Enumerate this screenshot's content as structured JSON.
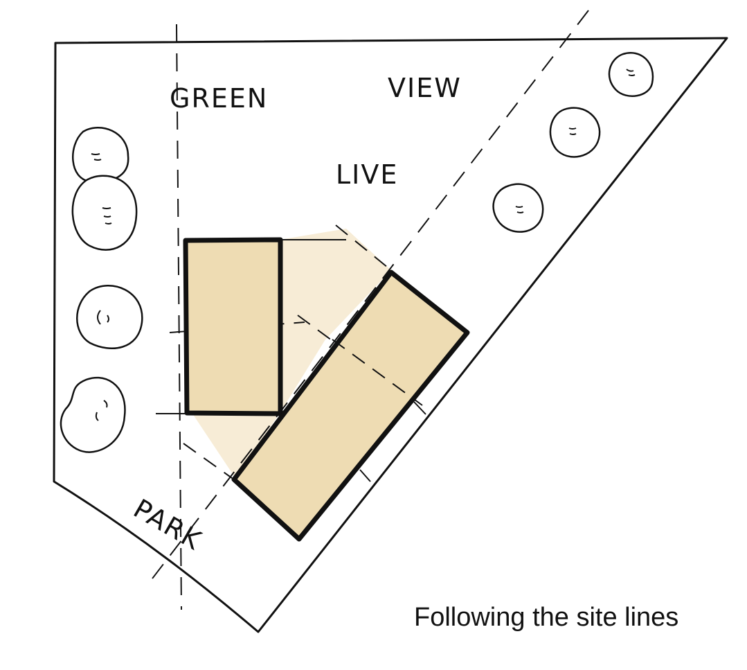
{
  "labels": {
    "green": "GREEN",
    "view": "VIEW",
    "live": "LIVE",
    "park": "PARK"
  },
  "caption": "Following the site lines",
  "colors": {
    "building_fill": "#eedcb3",
    "shadow_fill": "#f7ecd6",
    "ink": "#111111",
    "background": "#ffffff"
  }
}
